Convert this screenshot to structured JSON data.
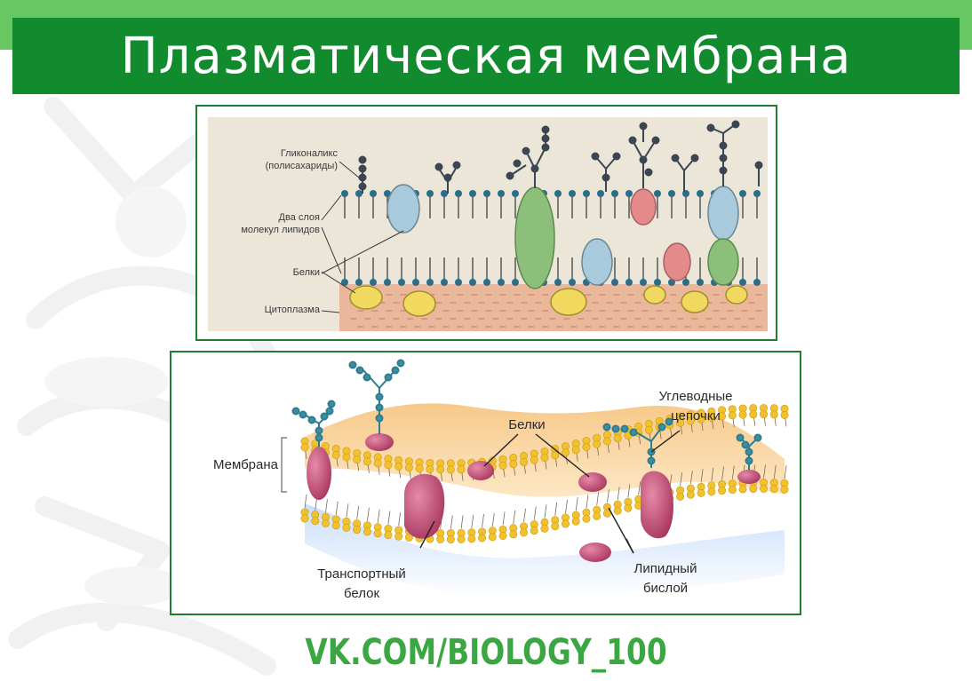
{
  "header": {
    "title": "Плазматическая мембрана"
  },
  "figure_top": {
    "labels": {
      "glycocalyx_line1": "Гликоналикс",
      "glycocalyx_line2": "(полисахариды)",
      "bilayer_line1": "Два слоя",
      "bilayer_line2": "молекул липидов",
      "proteins": "Белки",
      "cytoplasm": "Цитоплазма"
    }
  },
  "figure_bottom": {
    "labels": {
      "membrane": "Мембрана",
      "proteins": "Белки",
      "carb_line1": "Углеводные",
      "carb_line2": "цепочки",
      "transport_line1": "Транспортный",
      "transport_line2": "белок",
      "lipid_line1": "Липидный",
      "lipid_line2": "бислой"
    }
  },
  "footer": {
    "text": "VK.COM/BIOLOGY_100"
  },
  "colors": {
    "title_bar": "#128a2e",
    "top_strip": "#67c763",
    "panel_border": "#1f7d32",
    "footer_text": "#3aa743",
    "lipid_head_top": "#2c6e8a",
    "lipid_head_bottom": "#f2c12e",
    "protein_bottom": "#b43a66"
  }
}
